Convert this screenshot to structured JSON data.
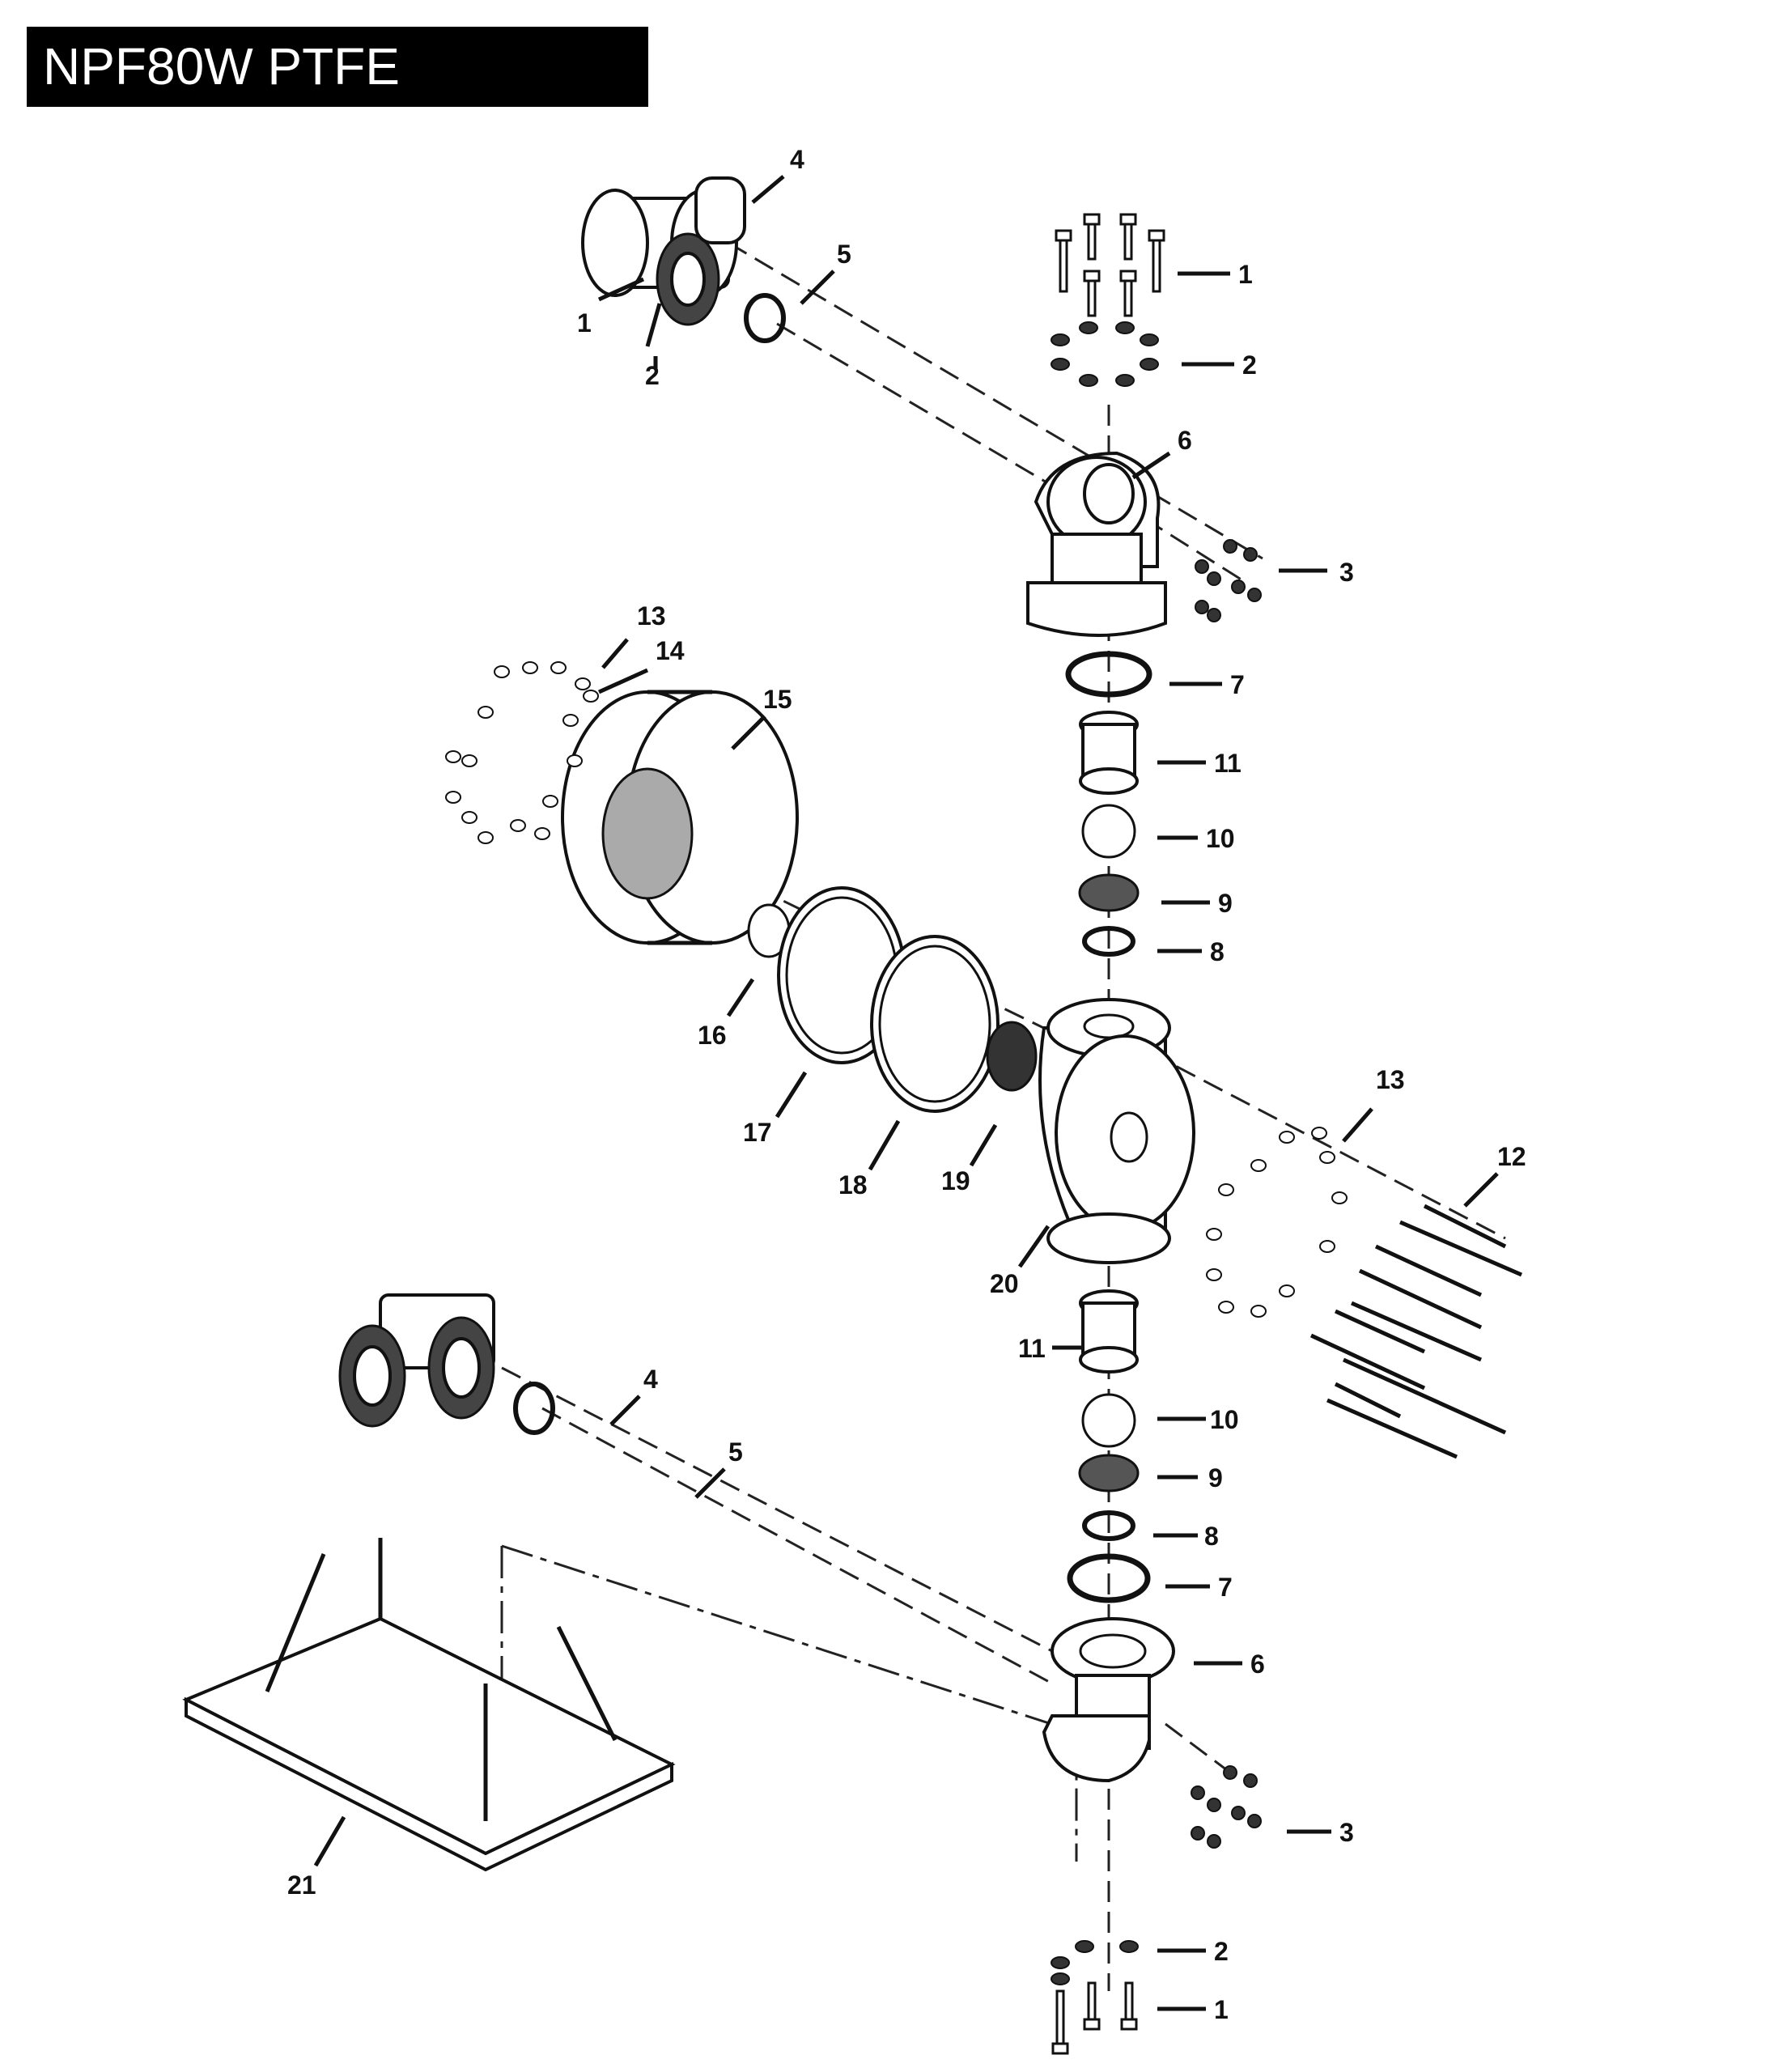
{
  "title": "NPF80W PTFE",
  "callouts": {
    "top_1": "1",
    "top_2": "2",
    "top_3": "3",
    "top_4": "4",
    "top_5": "5",
    "top_6": "6",
    "top_7": "7",
    "top_8": "8",
    "top_9": "9",
    "top_10": "10",
    "top_11": "11",
    "mid_13a": "13",
    "mid_14": "14",
    "mid_15": "15",
    "mid_16": "16",
    "mid_17": "17",
    "mid_18": "18",
    "mid_19": "19",
    "mid_20": "20",
    "right_13": "13",
    "right_12": "12",
    "man_1": "1",
    "man_2": "2",
    "bot_11": "11",
    "bot_10": "10",
    "bot_9": "9",
    "bot_8": "8",
    "bot_7": "7",
    "bot_6": "6",
    "bot_3": "3",
    "bot_4": "4",
    "bot_5": "5",
    "bot_21": "21",
    "bot_2": "2",
    "bot_1": "1"
  }
}
